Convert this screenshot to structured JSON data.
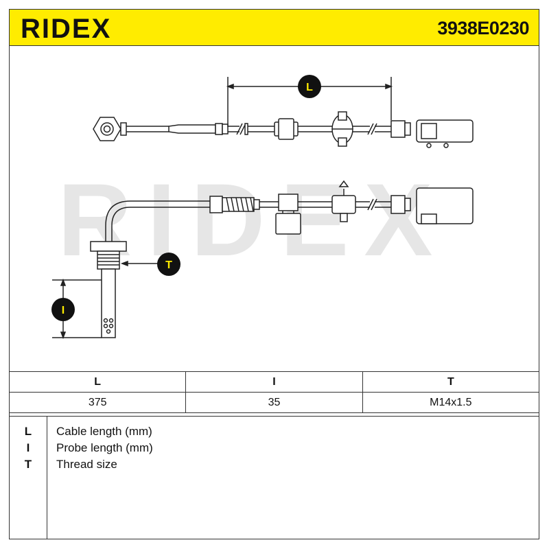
{
  "header": {
    "brand": "RIDEX",
    "part_number": "3938E0230"
  },
  "watermark": "RIDEX",
  "dimension_labels": {
    "cable": "L",
    "probe": "I",
    "thread": "T"
  },
  "spec_table": {
    "headers": [
      "L",
      "I",
      "T"
    ],
    "values": [
      "375",
      "35",
      "M14x1.5"
    ]
  },
  "legend": [
    {
      "key": "L",
      "description": "Cable length (mm)"
    },
    {
      "key": "I",
      "description": "Probe length (mm)"
    },
    {
      "key": "T",
      "description": "Thread size"
    }
  ],
  "colors": {
    "header_bg": "#ffec00",
    "line": "#222222",
    "watermark": "#e6e6e6"
  }
}
